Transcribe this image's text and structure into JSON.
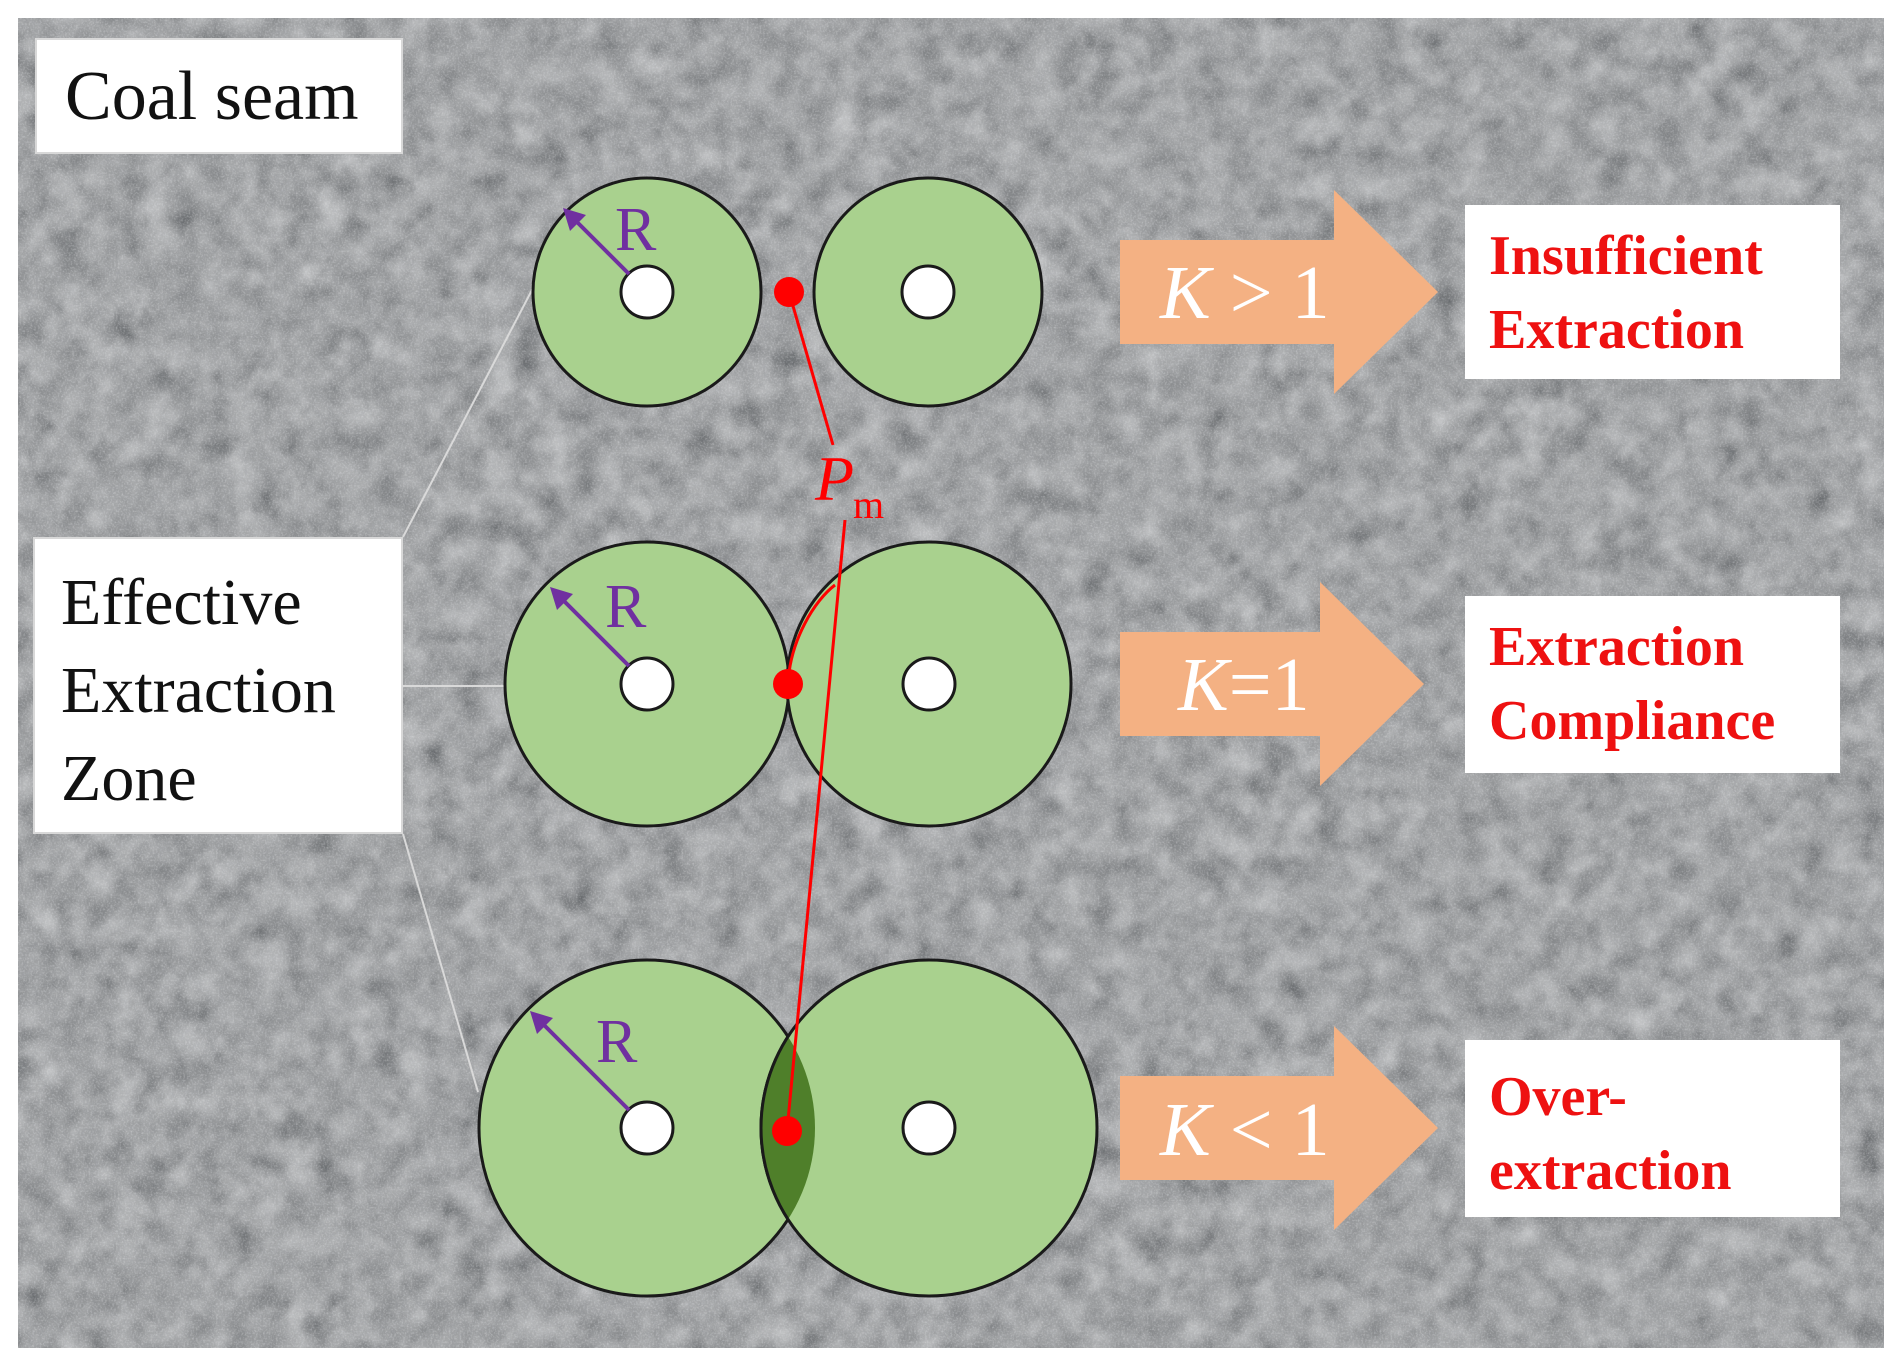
{
  "labels": {
    "coal_seam": "Coal seam",
    "zone_line1": "Effective",
    "zone_line2": "Extraction",
    "zone_line3": "Zone",
    "radius": "R",
    "pressure_symbol": "P",
    "pressure_subscript": "m"
  },
  "rows": [
    {
      "k_symbol": "K",
      "k_relation": " > 1",
      "result_line1": "Insufficient",
      "result_line2": "Extraction"
    },
    {
      "k_symbol": "K",
      "k_relation": "=1",
      "result_line1": "Extraction",
      "result_line2": "Compliance"
    },
    {
      "k_symbol": "K",
      "k_relation": " < 1",
      "result_line1": "Over-",
      "result_line2": "extraction"
    }
  ],
  "colors": {
    "zone_fill": "#a9d18e",
    "overlap_fill": "#4f7f2a",
    "arrow_fill": "#f4b183",
    "point": "#ff0000",
    "radius_arrow": "#7030a0",
    "result_text": "#ee1111",
    "rock_background": "#2f3134"
  },
  "icons": [
    "borehole-icon",
    "measurement-point-icon",
    "right-arrow-icon"
  ]
}
